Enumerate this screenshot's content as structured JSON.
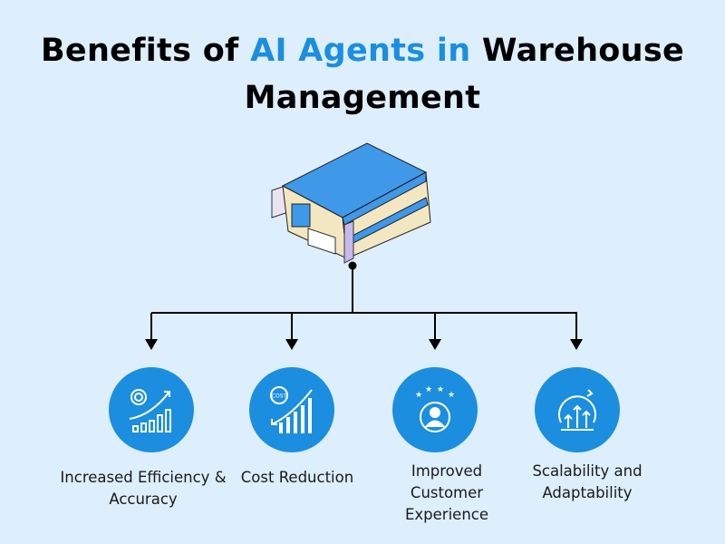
{
  "title": {
    "part1": "Benefits of ",
    "highlight": "AI Agents in",
    "part2": " Warehouse",
    "line2": "Management"
  },
  "colors": {
    "accent": "#1b8ee0",
    "background": "#ddeefc"
  },
  "benefits": [
    {
      "label": "Increased Efficiency & Accuracy",
      "icon": "efficiency-growth-icon"
    },
    {
      "label": "Cost Reduction",
      "icon": "cost-reduction-icon",
      "icon_text": "COST"
    },
    {
      "label": "Improved Customer Experience",
      "icon": "customer-rating-icon"
    },
    {
      "label": "Scalability and Adaptability",
      "icon": "scalability-icon"
    }
  ]
}
